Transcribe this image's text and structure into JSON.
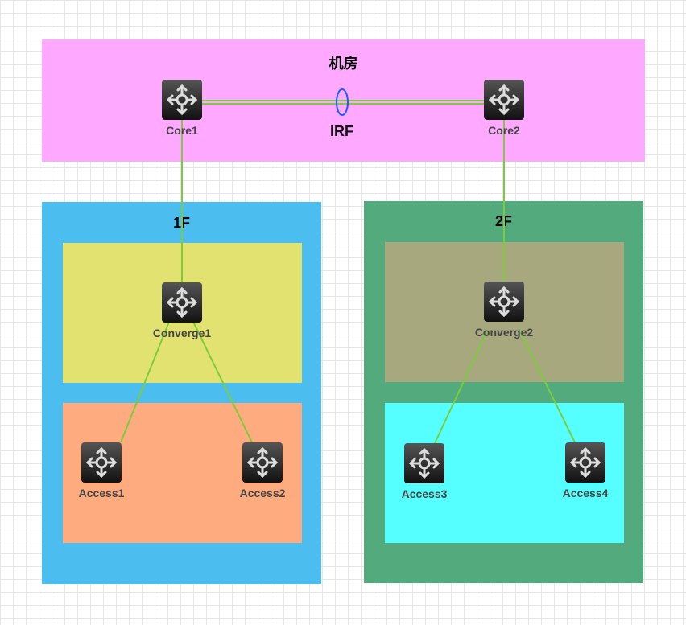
{
  "zones": {
    "server_room": {
      "title": "机房",
      "color": "#ffa8ff"
    },
    "floor1": {
      "title": "1F",
      "color": "#4bbdef"
    },
    "floor1_converge": {
      "color": "#e2e270"
    },
    "floor1_access": {
      "color": "#ffab80"
    },
    "floor2": {
      "title": "2F",
      "color": "#53aa7d"
    },
    "floor2_converge": {
      "color": "#a8a87e"
    },
    "floor2_access": {
      "color": "#55ffff"
    }
  },
  "devices": [
    {
      "label": "Core1",
      "icon": "router-icon"
    },
    {
      "label": "Core2",
      "icon": "router-icon"
    },
    {
      "label": "Converge1",
      "icon": "router-icon"
    },
    {
      "label": "Converge2",
      "icon": "router-icon"
    },
    {
      "label": "Access1",
      "icon": "router-icon"
    },
    {
      "label": "Access2",
      "icon": "router-icon"
    },
    {
      "label": "Access3",
      "icon": "router-icon"
    },
    {
      "label": "Access4",
      "icon": "router-icon"
    }
  ],
  "irf_label": "IRF",
  "link_color": "#7dcc3c",
  "irf_color": "#1a5cff"
}
